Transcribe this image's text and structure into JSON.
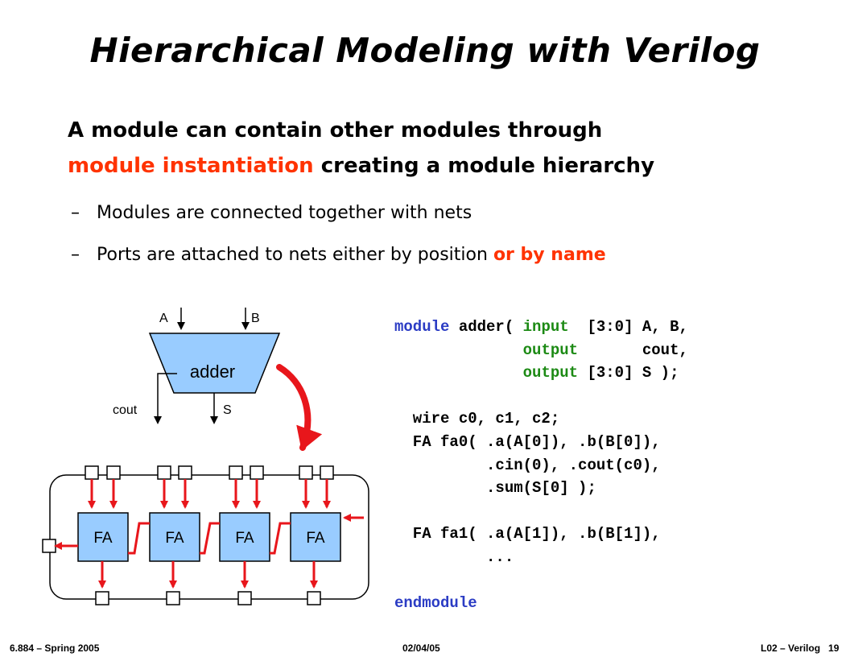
{
  "title": "Hierarchical Modeling with Verilog",
  "bullet": {
    "line1": "A module can contain other modules through",
    "highlight": "module instantiation",
    "line2_rest": " creating a module hierarchy"
  },
  "subbullets": [
    {
      "dash": "–",
      "text": "Modules are connected together with nets"
    },
    {
      "dash": "–",
      "text": "Ports are attached to nets either by position ",
      "highlight": "or by name"
    }
  ],
  "diagram": {
    "adder_label": "adder",
    "input_a": "A",
    "input_b": "B",
    "output_cout": "cout",
    "output_s": "S",
    "fa_labels": [
      "FA",
      "FA",
      "FA",
      "FA"
    ],
    "colors": {
      "block_fill": "#99ccff",
      "arrow_red": "#e8161b"
    }
  },
  "code": {
    "l1_kw": "module",
    "l1_rest": " adder( ",
    "l1_kw2": "input",
    "l1_tail": "  [3:0] A, B,",
    "l2_indent": "              ",
    "l2_kw2": "output",
    "l2_tail": "       cout,",
    "l3_indent": "              ",
    "l3_kw2": "output",
    "l3_tail": " [3:0] S );",
    "l4": "",
    "l5": "  wire c0, c1, c2;",
    "l6": "  FA fa0( .a(A[0]), .b(B[0]),",
    "l7": "          .cin(0), .cout(c0),",
    "l8": "          .sum(S[0] );",
    "l9": "",
    "l10": "  FA fa1( .a(A[1]), .b(B[1]),",
    "l11": "          ...",
    "l12": "",
    "l13_kw": "endmodule"
  },
  "footer": {
    "left": "6.884 – Spring 2005",
    "center": "02/04/05",
    "right": "L02 – Verilog",
    "page": "19"
  }
}
